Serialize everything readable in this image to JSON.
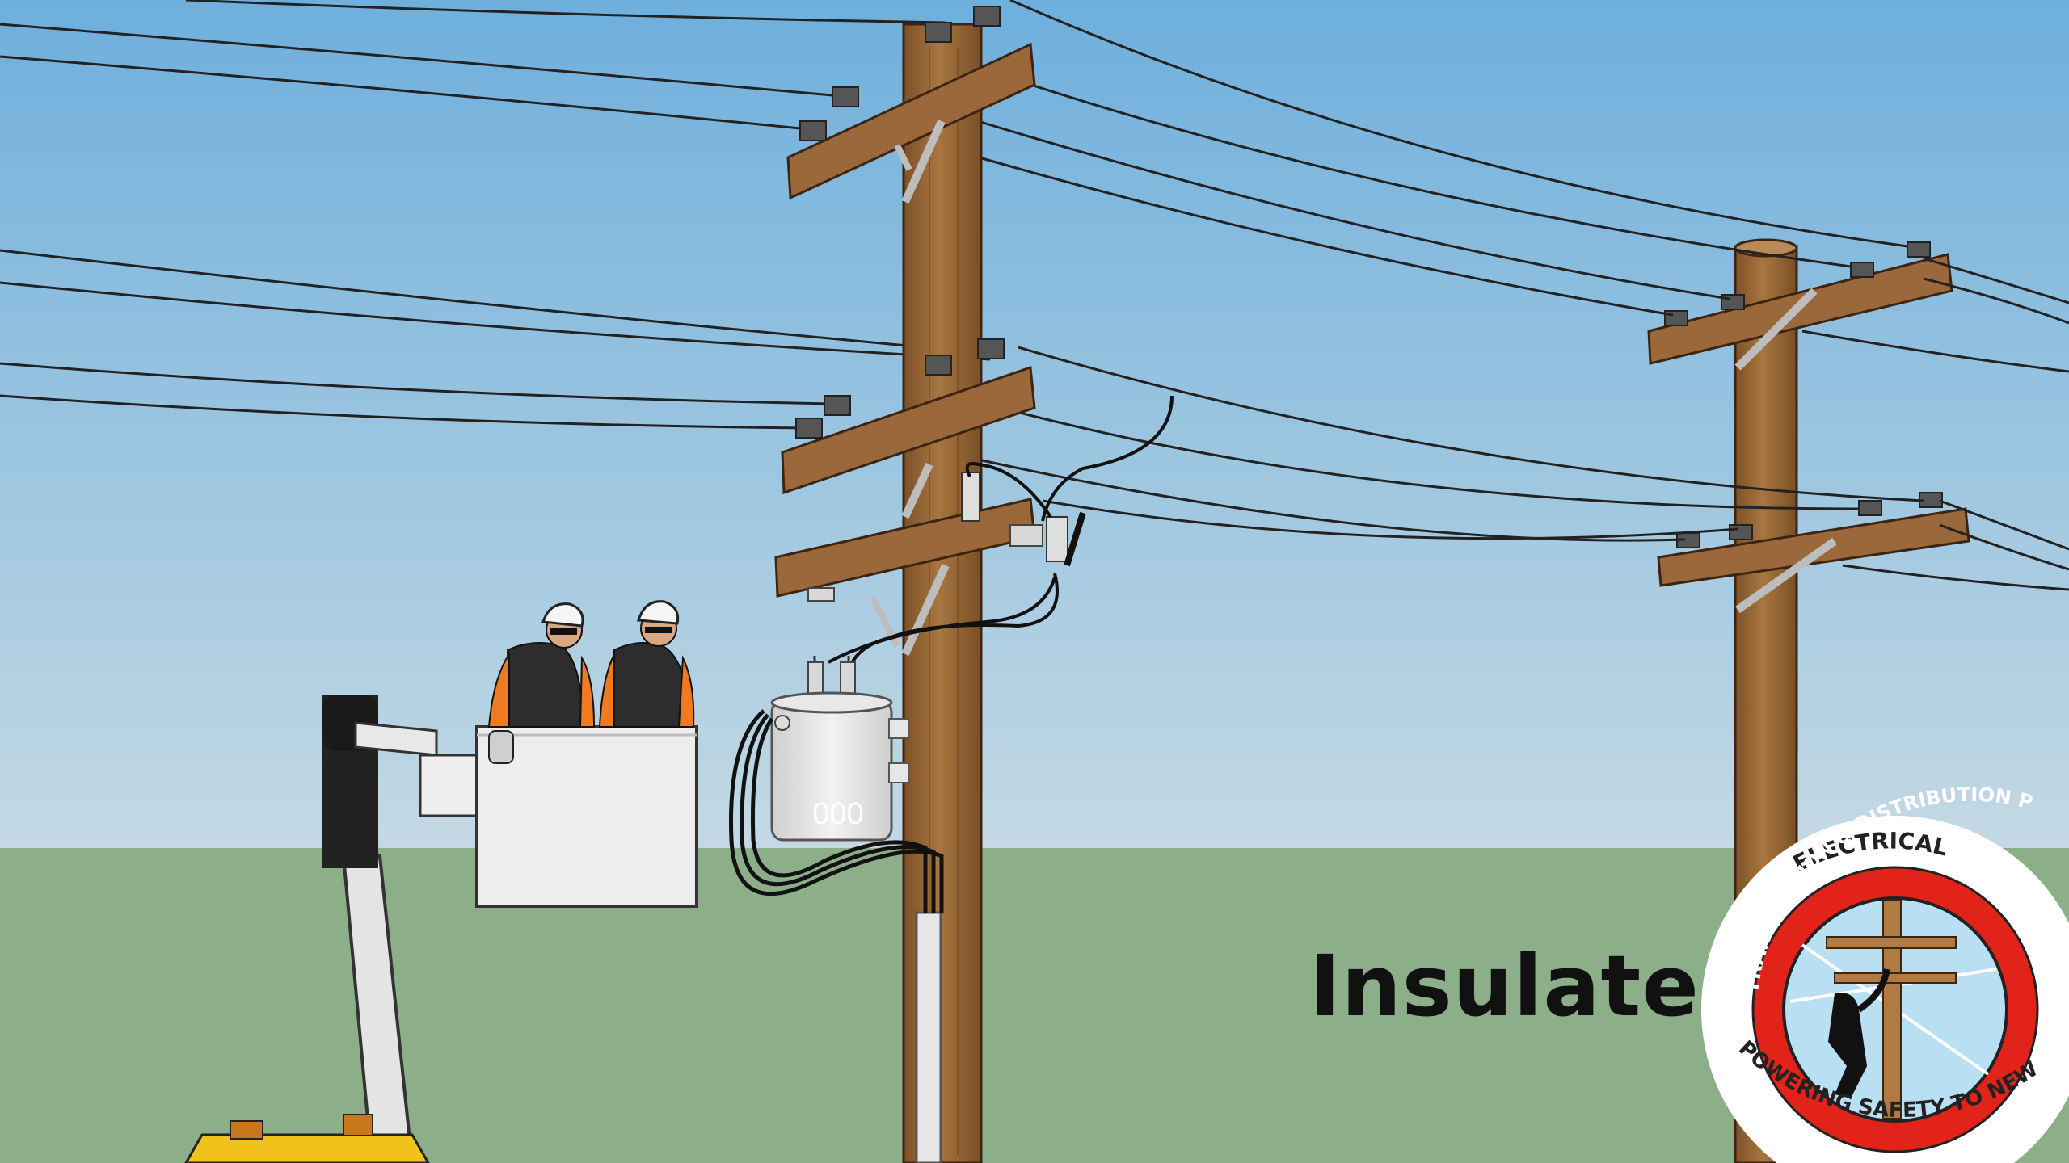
{
  "caption": "Insulate",
  "transformer_label": "000",
  "logo": {
    "top_text": "ELECTRICAL",
    "ring_text": "TRANSMISSION & DISTRIBUTION PARTNERSHIP",
    "bottom_text": "POWERING SAFETY TO NEW HEIGHTS"
  },
  "colors": {
    "sky_top": "#6fb0dc",
    "sky_bottom": "#c2d8e4",
    "grass": "#8db08a",
    "wood": "#9b6a3c",
    "worker_orange": "#f07a21",
    "logo_red": "#e2231a"
  }
}
